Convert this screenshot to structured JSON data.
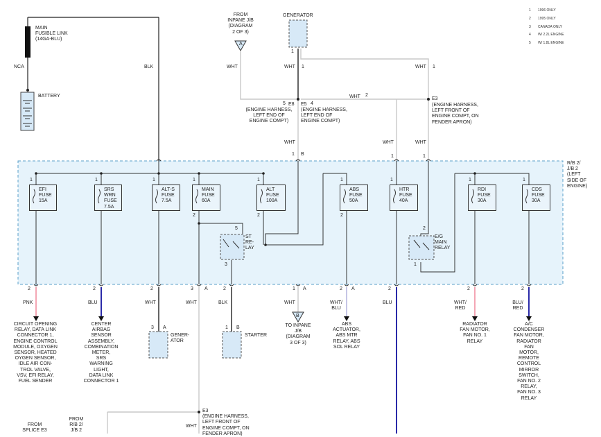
{
  "notes": [
    "1",
    "1996 ONLY",
    "2",
    "1995 ONLY",
    "3",
    "CANADA ONLY",
    "4",
    "W/ 2.2L ENGINE",
    "5",
    "W/ 1.8L ENGINE"
  ],
  "top": {
    "fusible_link": "MAIN\nFUSIBLE LINK\n(14GA-BLU)",
    "nca": "NCA",
    "battery": "BATTERY",
    "blk": "BLK",
    "from_inpane": "FROM\nINPANE J/B\n(DIAGRAM\n2 OF 3)",
    "conn_a": "A",
    "generator": "GENERATOR",
    "wht": "WHT",
    "pin1": "1",
    "pin2": "2",
    "pin4": "4",
    "pin5": "5",
    "e8": "E8",
    "e5": "E5",
    "e3": "E3",
    "e8_desc": "(ENGINE HARNESS,\nLEFT END OF\nENGINE COMPT)",
    "e5_desc": "(ENGINE HARNESS,\nLEFT END OF\nENGINE COMPT)",
    "e3_desc": "(ENGINE HARNESS,\nLEFT FRONT OF\nENGINE COMPT, ON\nFENDER APRON)",
    "b": "B"
  },
  "rb": {
    "label": "R/B 2/\nJ/B 2\n(LEFT\nSIDE OF\nENGINE)",
    "fuses": [
      {
        "label": "EFI\nFUSE\n15A"
      },
      {
        "label": "SRS\nWRN\nFUSE\n7.5A"
      },
      {
        "label": "ALT-S\nFUSE\n7.5A"
      },
      {
        "label": "MAIN\nFUSE\n60A"
      },
      {
        "label": "ALT\nFUSE\n100A"
      },
      {
        "label": "ABS\nFUSE\n50A"
      },
      {
        "label": "HTR\nFUSE\n40A"
      },
      {
        "label": "RDI\nFUSE\n30A"
      },
      {
        "label": "CDS\nFUSE\n30A"
      }
    ],
    "st_relay": "ST\nRE-\nLAY",
    "eg_relay": "E/G\nMAIN\nRELAY",
    "pin3": "3",
    "pin5": "5",
    "pin2": "2",
    "pin1": "1"
  },
  "bottom": {
    "wires": [
      "PNK",
      "BLU",
      "WHT",
      "WHT",
      "BLK",
      "WHT",
      "WHT/\nBLU",
      "BLU",
      "WHT/\nRED",
      "BLU/\nRED"
    ],
    "dest_circuit": "CIRCUIT OPENING\nRELAY, DATA LINK\nCONNECTOR 1,\nENGINE CONTROL\nMODULE, OXYGEN\nSENSOR, HEATED\nOYGEN SENSOR,\nIDLE AIR CON-\nTROL VALVE,\nVSV, EFI RELAY,\nFUEL SENDER",
    "dest_airbag": "CENTER\nAIRBAG\nSENSOR\nASSEMBLY,\nCOMBINATION\nMETER,\nSRS\nWARNING\nLIGHT,\nDATA LINK\nCONNECTOR 1",
    "generator": "GENER-\nATOR",
    "starter": "STARTER",
    "to_inpane": "TO INPANE\nJ/B\n(DIAGRAM\n3 OF 3)",
    "abs": "ABS\nACTUATOR,\nABS MTR\nRELAY, ABS\nSOL RELAY",
    "radiator": "RADIATOR\nFAN MOTOR,\nFAN NO. 1\nRELAY",
    "ac": "A/C\nCONDENSER\nFAN MOTOR,\nRADIATOR\nFAN\nMOTOR,\nREMOTE\nCONTROL\nMIRROR\nSWITCH,\nFAN NO. 2\nRELAY,\nFAN NO. 3\nRELAY",
    "from_splice": "FROM\nSPLICE E3",
    "from_rb": "FROM\nR/B 2/\nJ/B 2",
    "e3_bottom": "E3\n(ENGINE HARNESS,\nLEFT FRONT OF\nENGINE COMPT, ON\nFENDER APRON)",
    "wht": "WHT",
    "a": "A",
    "b": "B",
    "n1": "1",
    "n2": "2",
    "n3": "3"
  },
  "colors": {
    "pnk": "#f4a6b4",
    "blu": "#2a2aa8",
    "wht": "#cccccc",
    "blk": "#222222",
    "box": "#e6f3fb",
    "boxline": "#5a9fc8"
  }
}
